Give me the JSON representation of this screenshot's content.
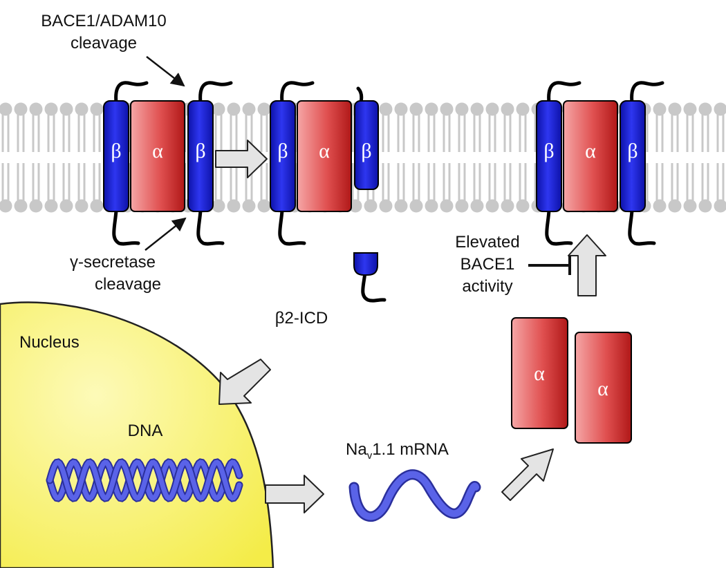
{
  "labels": {
    "sheddase_line1": "BACE1/ADAM10",
    "sheddase_line2": "cleavage",
    "gamma_line1": "γ-secretase",
    "gamma_line2": "cleavage",
    "icd": "β2-ICD",
    "nucleus": "Nucleus",
    "dna": "DNA",
    "mrna_prefix": "Na",
    "mrna_subscript": "v",
    "mrna_suffix": "1.1 mRNA",
    "bace_line1": "Elevated",
    "bace_line2": "BACE1",
    "bace_line3": "activity"
  },
  "subunits": {
    "beta": "β",
    "alpha": "α"
  },
  "colors": {
    "membrane": "#c8c8c8",
    "beta_blue": "#1f24d6",
    "alpha_red": "#d42a2a",
    "nucleus_yellow": "#fbf57a",
    "dna_blue": "#5a63e8",
    "arrow_fill": "#e4e4e4"
  }
}
